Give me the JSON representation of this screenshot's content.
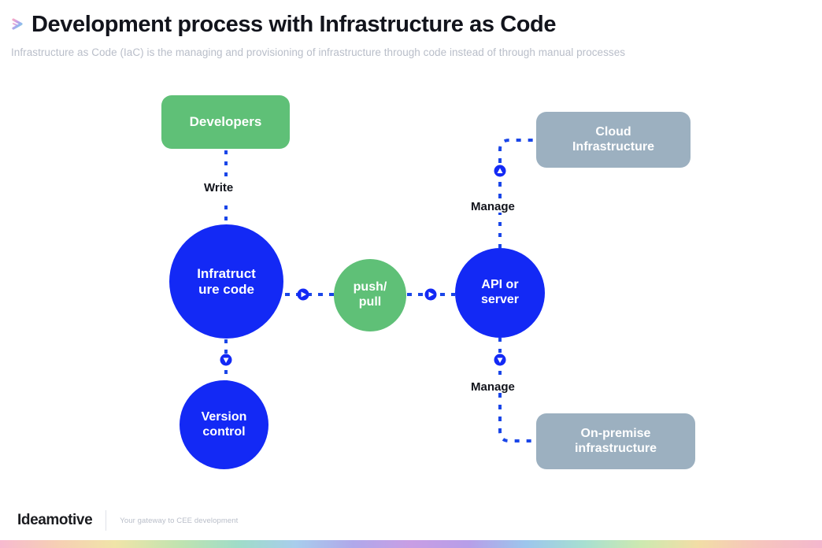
{
  "header": {
    "chevron_icon": "chevron-right-gradient-icon",
    "title": "Development process with Infrastructure as Code",
    "subtitle": "Infrastructure as Code (IaC) is the managing and provisioning of infrastructure through code instead of through manual processes"
  },
  "colors": {
    "blue": "#1329f5",
    "green": "#5fc077",
    "gray": "#9cb0c0",
    "title_text": "#12141c",
    "subtitle_text": "#b9bec9",
    "edge": "#1a46e8",
    "white": "#ffffff"
  },
  "diagram": {
    "type": "flow-diagram",
    "nodes": [
      {
        "id": "developers",
        "label": "Developers",
        "shape": "rounded-rect",
        "color": "#5fc077"
      },
      {
        "id": "infra-code",
        "label": "Infratruct\nure code",
        "shape": "circle",
        "color": "#1329f5"
      },
      {
        "id": "version-control",
        "label": "Version\ncontrol",
        "shape": "circle",
        "color": "#1329f5"
      },
      {
        "id": "push-pull",
        "label": "push/\npull",
        "shape": "circle",
        "color": "#5fc077"
      },
      {
        "id": "api-server",
        "label": "API or\nserver",
        "shape": "circle",
        "color": "#1329f5"
      },
      {
        "id": "cloud-infra",
        "label": "Cloud\nInfrastructure",
        "shape": "rounded-rect",
        "color": "#9cb0c0"
      },
      {
        "id": "onprem-infra",
        "label": "On-premise\ninfrastructure",
        "shape": "rounded-rect",
        "color": "#9cb0c0"
      }
    ],
    "edges": [
      {
        "id": "developers-to-infra-code",
        "from": "developers",
        "to": "infra-code",
        "label": "Write",
        "style": "dashed",
        "marker": "none"
      },
      {
        "id": "infra-code-to-push-pull",
        "from": "infra-code",
        "to": "push-pull",
        "label": "",
        "style": "dashed",
        "marker": "circle-arrow-right"
      },
      {
        "id": "push-pull-to-api-server",
        "from": "push-pull",
        "to": "api-server",
        "label": "",
        "style": "dashed",
        "marker": "circle-arrow-right"
      },
      {
        "id": "infra-code-to-version",
        "from": "infra-code",
        "to": "version-control",
        "label": "",
        "style": "dashed",
        "marker": "circle-arrow-down"
      },
      {
        "id": "api-server-to-cloud",
        "from": "api-server",
        "to": "cloud-infra",
        "label": "Manage",
        "style": "dashed",
        "marker": "circle-arrow-up"
      },
      {
        "id": "api-server-to-onprem",
        "from": "api-server",
        "to": "onprem-infra",
        "label": "Manage",
        "style": "dashed",
        "marker": "circle-arrow-down"
      }
    ],
    "edge_labels": {
      "write": "Write",
      "manage_top": "Manage",
      "manage_bottom": "Manage"
    }
  },
  "footer": {
    "logo": "Ideamotive",
    "tagline": "Your gateway to CEE development"
  }
}
